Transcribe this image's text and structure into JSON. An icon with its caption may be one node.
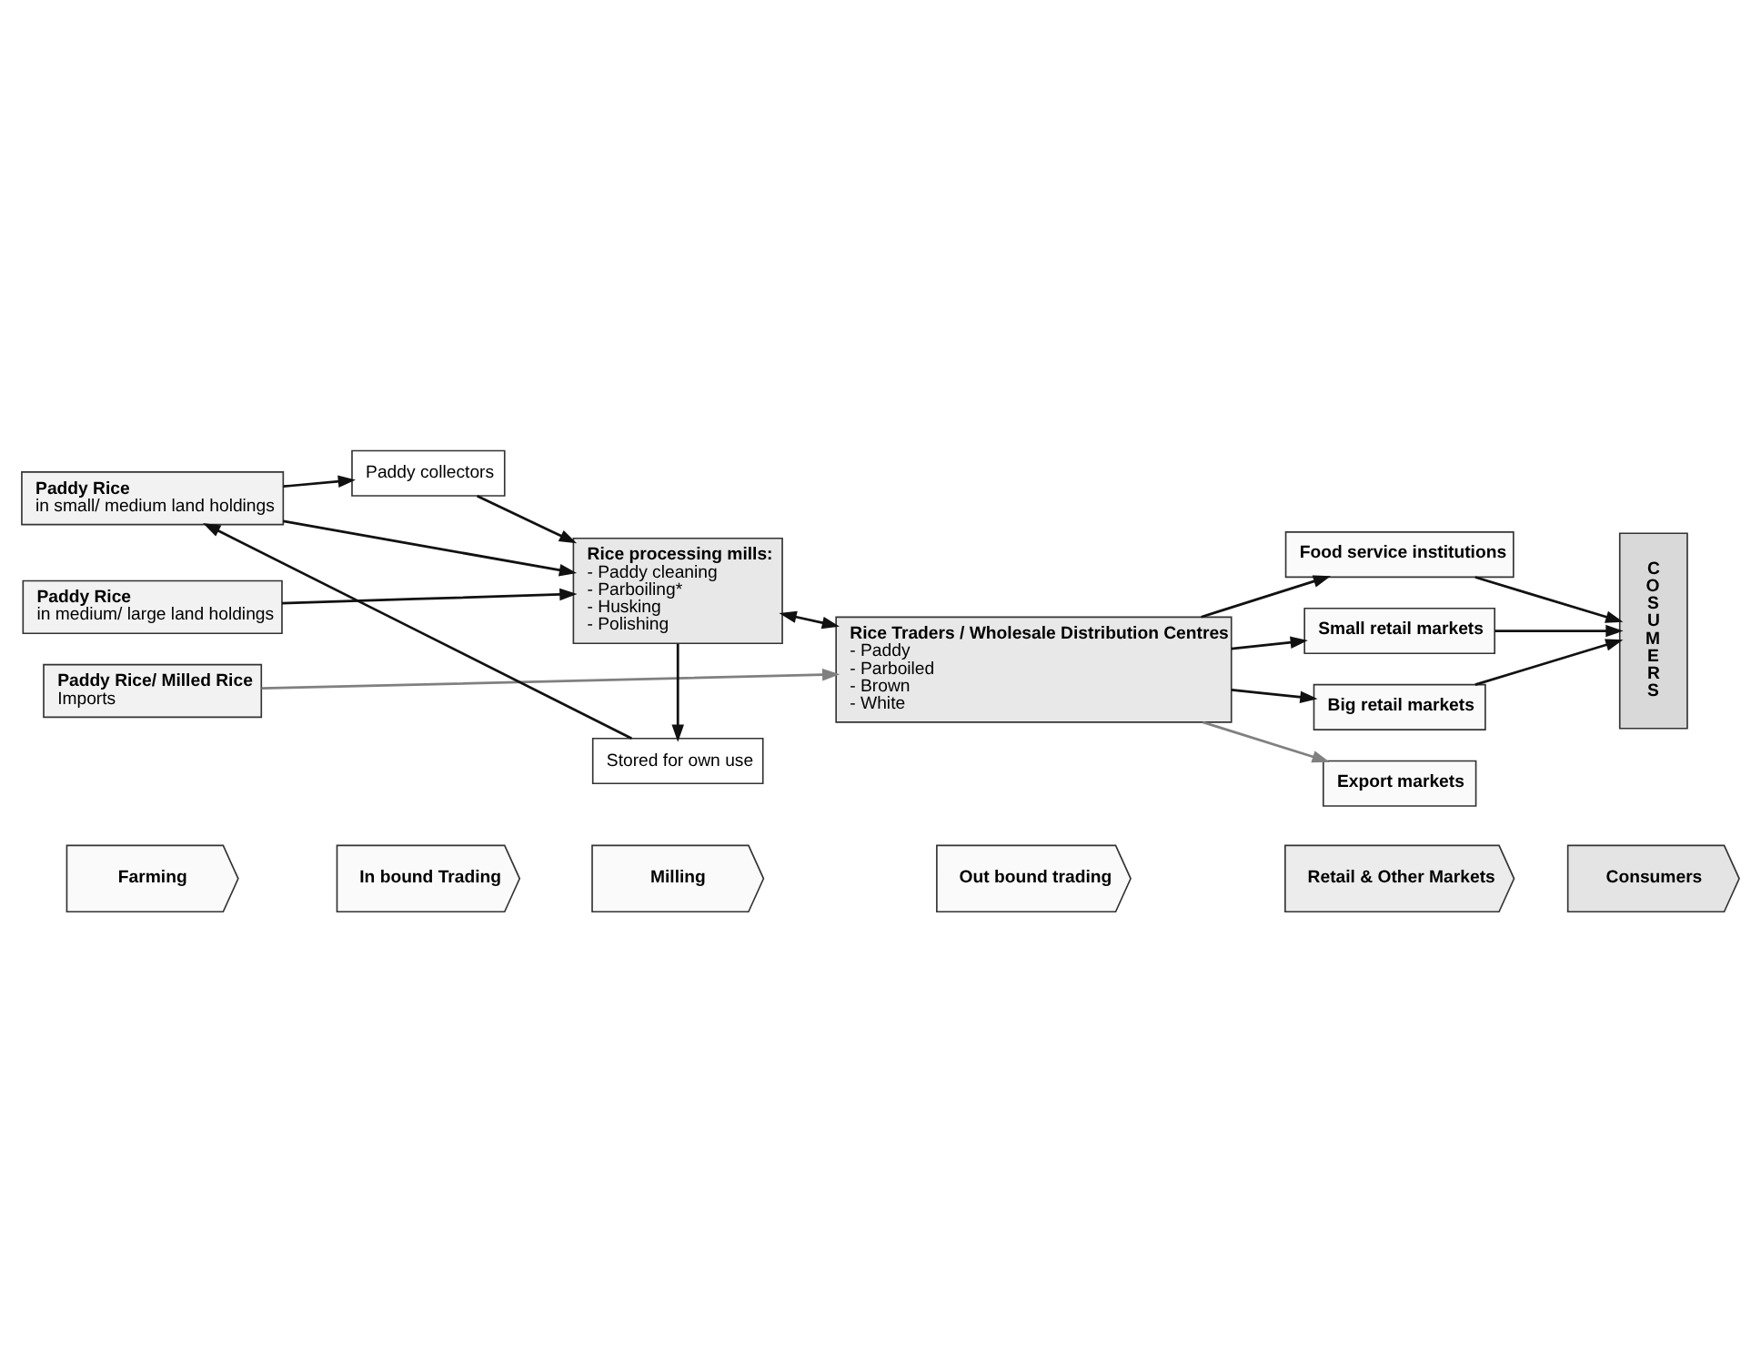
{
  "diagram": {
    "nodes": [
      {
        "text": [
          "Farming"
        ]
      },
      {
        "text": [
          "In bound Trading"
        ]
      },
      {
        "text": [
          "Milling"
        ]
      },
      {
        "text": [
          "Out bound trading"
        ]
      },
      {
        "text": [
          "Retail & Other Markets"
        ]
      },
      {
        "text": [
          "Consumers"
        ]
      },
      {
        "text": [
          "Paddy Rice",
          "in medium/ large land holdings"
        ]
      },
      {
        "text": [
          "Paddy Rice",
          "in small/ medium land holdings"
        ]
      },
      {
        "text": [
          "Paddy Rice/ Milled Rice",
          "Imports"
        ]
      },
      {
        "text": [
          "Rice processing mills:",
          "- Paddy cleaning",
          "- Parboiling*",
          "- Husking",
          "- Polishing"
        ]
      },
      {
        "text": [
          "Paddy collectors"
        ]
      },
      {
        "text": [
          "Stored for own use"
        ]
      },
      {
        "text": [
          "Rice Traders / Wholesale Distribution Centres",
          "- Paddy",
          "- Parboiled",
          "- Brown",
          "- White"
        ]
      },
      {
        "text": [
          "Small retail markets"
        ]
      },
      {
        "text": [
          "Big retail markets"
        ]
      },
      {
        "text": [
          "Food service institutions"
        ]
      },
      {
        "text": [
          "Export markets"
        ]
      },
      {
        "text": [
          "C O S U M E R S"
        ]
      }
    ],
    "edges": [
      {
        "from": 6,
        "to": 9,
        "arrow": "to"
      },
      {
        "from": 7,
        "to": 9,
        "arrow": "to"
      },
      {
        "from": 7,
        "to": 10,
        "arrow": "to"
      },
      {
        "from": 10,
        "to": 9,
        "arrow": "to"
      },
      {
        "from": 9,
        "to": 11,
        "arrow": "to"
      },
      {
        "from": 11,
        "to": 7,
        "arrow": "to"
      },
      {
        "from": 9,
        "to": 12,
        "arrow": "both"
      },
      {
        "from": 8,
        "to": 12,
        "arrow": "to",
        "color": "#808080"
      },
      {
        "from": 12,
        "to": 13,
        "arrow": "to"
      },
      {
        "from": 12,
        "to": 14,
        "arrow": "to"
      },
      {
        "from": 12,
        "to": 15,
        "arrow": "to"
      },
      {
        "from": 12,
        "to": 16,
        "arrow": "to",
        "color": "#808080"
      },
      {
        "from": 13,
        "to": 17,
        "arrow": "to"
      },
      {
        "from": 14,
        "to": 17,
        "arrow": "to"
      },
      {
        "from": 15,
        "to": 17,
        "arrow": "to"
      }
    ]
  }
}
